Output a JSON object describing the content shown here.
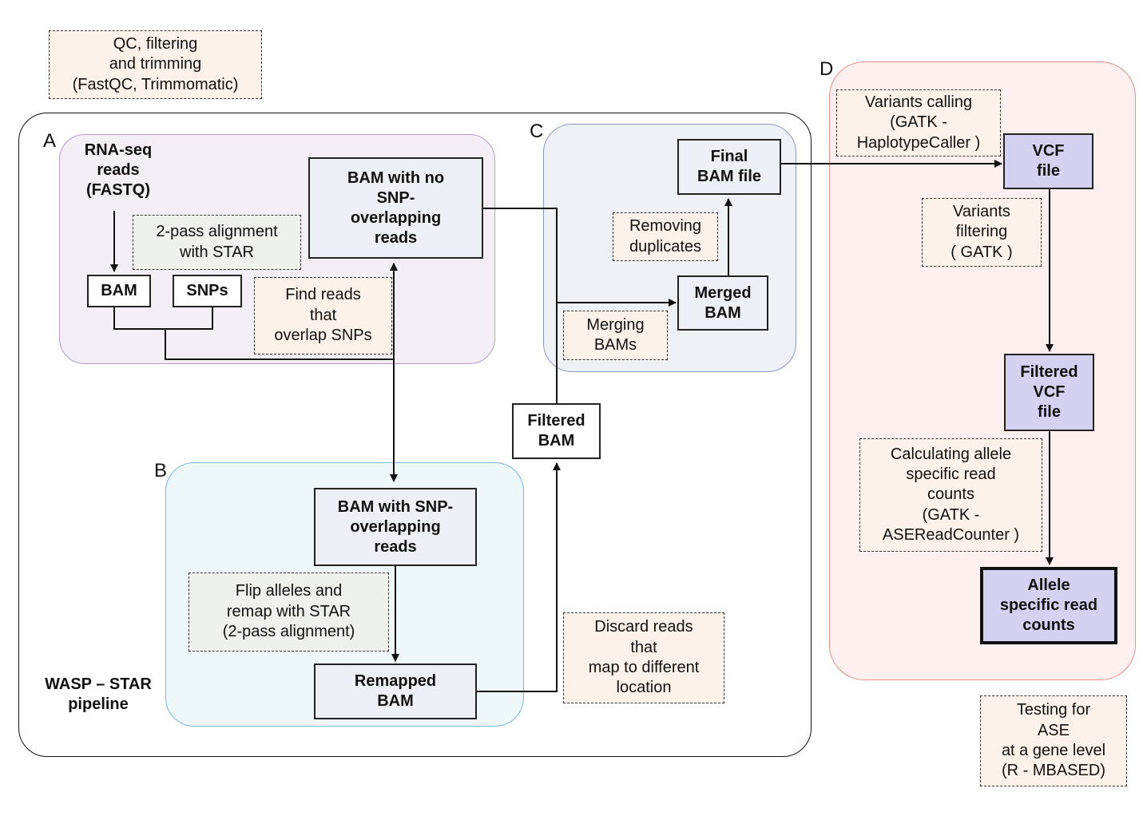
{
  "colors": {
    "region_a_fill": "#f4eef7",
    "region_a_border": "#b79acb",
    "region_b_fill": "#eef8fb",
    "region_b_border": "#7eb6d6",
    "region_c_fill": "#eef1f6",
    "region_c_border": "#8c9bbd",
    "region_d_fill": "#fdf0ee",
    "region_d_border": "#e0918c",
    "note_fill": "#fdf2ea",
    "note_grey_fill": "#eef1ec",
    "node_fill": "#eef0f8",
    "vcf_fill": "#d4d2f0"
  },
  "sections": {
    "a": "A",
    "b": "B",
    "c": "C",
    "d": "D"
  },
  "notes": {
    "qc": "QC, filtering\nand trimming\n(FastQC, Trimmomatic)",
    "two_pass": "2-pass alignment\n     with STAR",
    "find_reads": "Find reads\nthat\noverlap SNPs",
    "flip_alleles": "Flip alleles and\nremap with STAR\n(2-pass alignment)",
    "discard": "Discard reads\nthat\nmap to different\nlocation",
    "removing_dup": "Removing\nduplicates",
    "merging": "Merging\nBAMs",
    "variants_calling": "Variants calling\n(GATK -\nHaplotypeCaller )",
    "variants_filtering": "Variants\nfiltering\n( GATK )",
    "calc_allele": "Calculating allele\nspecific read\ncounts\n(GATK -\nASEReadCounter )",
    "testing_ase": "Testing for\nASE\nat a gene level\n(R - MBASED)"
  },
  "nodes": {
    "rnaseq": "RNA-seq\nreads\n(FASTQ)",
    "bam": "BAM",
    "snps": "SNPs",
    "bam_no_snp": "BAM with no\nSNP-\noverlapping\nreads",
    "bam_snp": "BAM with SNP-\noverlapping\nreads",
    "remapped": "Remapped\nBAM",
    "filtered_bam": "Filtered\nBAM",
    "merged_bam": "Merged\nBAM",
    "final_bam": "Final\nBAM file",
    "vcf": "VCF\nfile",
    "filtered_vcf": "Filtered\nVCF\nfile",
    "allele_counts": "Allele\nspecific read\ncounts",
    "pipeline": "WASP – STAR\npipeline"
  }
}
